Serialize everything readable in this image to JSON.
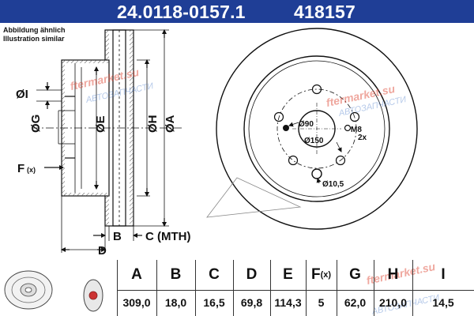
{
  "header": {
    "part_number": "24.0118-0157.1",
    "ref_number": "418157",
    "background": "#1f3e96"
  },
  "notes": {
    "line1": "Abbildung ähnlich",
    "line2": "Illustration similar"
  },
  "side_view_labels": {
    "I": "ØI",
    "G": "ØG",
    "E": "ØE",
    "H": "ØH",
    "A": "ØA",
    "F": "F",
    "F_sub": "(x)",
    "B": "B",
    "C": "C (MTH)",
    "D": "D"
  },
  "front_view_labels": {
    "d90": "Ø90",
    "m8": "M8",
    "x2": "2x",
    "d150": "Ø150",
    "d10_5": "Ø10,5"
  },
  "watermark": {
    "text1": "ftermarket.su",
    "text2": "АВТОЗАПЧАСТИ",
    "color": "#dc3c28"
  },
  "table": {
    "headers": [
      "A",
      "B",
      "C",
      "D",
      "E",
      "F",
      "G",
      "H",
      "I"
    ],
    "f_sub": "(x)",
    "values": [
      "309,0",
      "18,0",
      "16,5",
      "69,8",
      "114,3",
      "5",
      "62,0",
      "210,0",
      "14,5"
    ]
  }
}
